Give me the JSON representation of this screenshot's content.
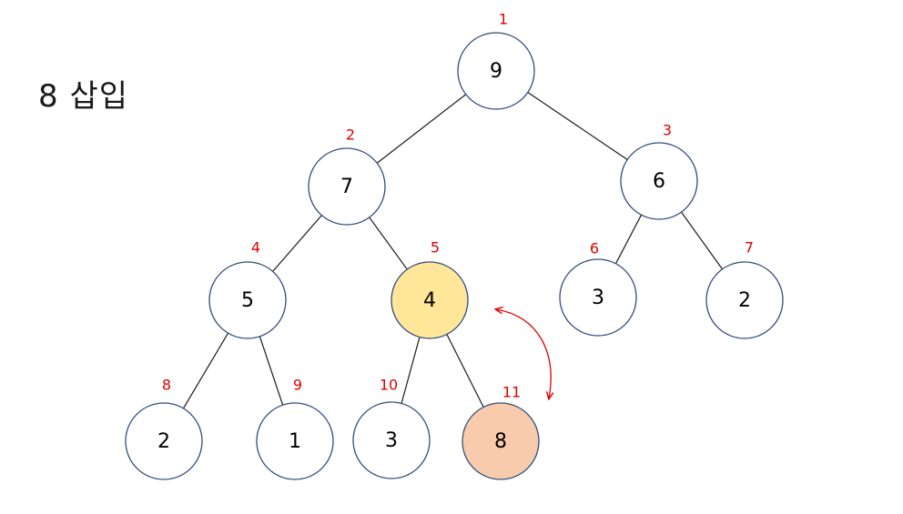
{
  "title": "8 삽입",
  "colors": {
    "node_fill": "#ffffff",
    "node_border": "#2f4f7f",
    "highlight_parent": "#ffe699",
    "highlight_inserted": "#f8cbad",
    "index_label": "#e00000",
    "swap_arrow": "#e00000",
    "edge": "#1a1a1a"
  },
  "tree": {
    "nodes": [
      {
        "index": "1",
        "value": "9",
        "state": "normal"
      },
      {
        "index": "2",
        "value": "7",
        "state": "normal"
      },
      {
        "index": "3",
        "value": "6",
        "state": "normal"
      },
      {
        "index": "4",
        "value": "5",
        "state": "normal"
      },
      {
        "index": "5",
        "value": "4",
        "state": "parent"
      },
      {
        "index": "6",
        "value": "3",
        "state": "normal"
      },
      {
        "index": "7",
        "value": "2",
        "state": "normal"
      },
      {
        "index": "8",
        "value": "2",
        "state": "normal"
      },
      {
        "index": "9",
        "value": "1",
        "state": "normal"
      },
      {
        "index": "10",
        "value": "3",
        "state": "normal"
      },
      {
        "index": "11",
        "value": "8",
        "state": "inserted"
      }
    ],
    "edges": [
      [
        "1",
        "2"
      ],
      [
        "1",
        "3"
      ],
      [
        "2",
        "4"
      ],
      [
        "2",
        "5"
      ],
      [
        "3",
        "6"
      ],
      [
        "3",
        "7"
      ],
      [
        "4",
        "8"
      ],
      [
        "4",
        "9"
      ],
      [
        "5",
        "10"
      ],
      [
        "5",
        "11"
      ]
    ],
    "swap": {
      "from": "11",
      "to": "5"
    }
  }
}
